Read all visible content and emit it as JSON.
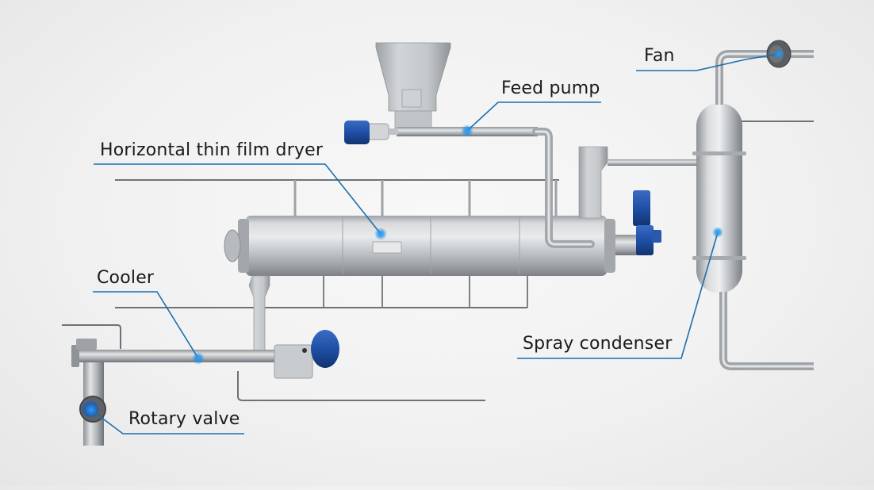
{
  "diagram": {
    "title": "Horizontal thin film drying plant",
    "colors": {
      "background": "#efefef",
      "leader_line": "#1a6fae",
      "hotspot": "#1e8fe8",
      "steel_light": "#e4e6e8",
      "steel_mid": "#b9bcbf",
      "steel_dark": "#8c9094",
      "motor_blue": "#1f4fa6",
      "pipe": "#a8acb0"
    },
    "labels": {
      "fan": "Fan",
      "feed_pump": "Feed pump",
      "dryer": "Horizontal thin film dryer",
      "cooler": "Cooler",
      "spray_condenser": "Spray condenser",
      "rotary_valve": "Rotary valve"
    },
    "components": [
      {
        "id": "fan",
        "label": "Fan"
      },
      {
        "id": "feed-pump",
        "label": "Feed pump"
      },
      {
        "id": "horizontal-thin-film-dryer",
        "label": "Horizontal thin film dryer"
      },
      {
        "id": "cooler",
        "label": "Cooler"
      },
      {
        "id": "spray-condenser",
        "label": "Spray condenser"
      },
      {
        "id": "rotary-valve",
        "label": "Rotary valve"
      }
    ]
  }
}
